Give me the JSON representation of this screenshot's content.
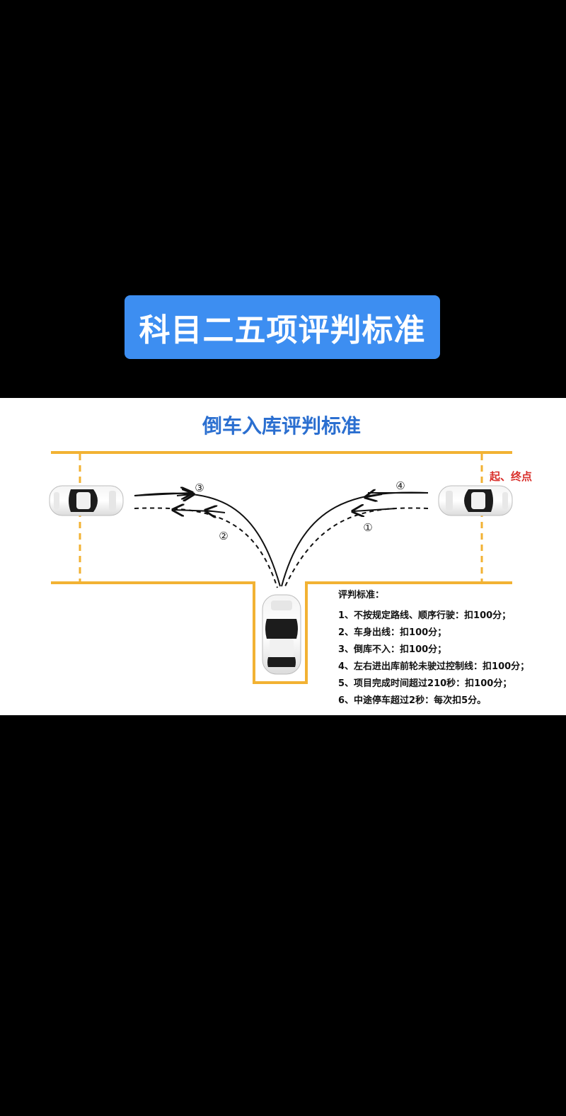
{
  "header": {
    "title": "科目二五项评判标准"
  },
  "diagram": {
    "title": "倒车入库评判标准",
    "start_end_label": "起、终点",
    "path_markers": [
      "①",
      "②",
      "③",
      "④"
    ],
    "colors": {
      "title_badge": "#3d8ef1",
      "diagram_title": "#2b6fd0",
      "lane_line": "#f2b233",
      "start_end_label": "#d9302c",
      "path": "#111111"
    }
  },
  "criteria": {
    "heading": "评判标准：",
    "items": [
      "1、不按规定路线、顺序行驶：扣100分；",
      "2、车身出线：扣100分；",
      "3、倒库不入：扣100分；",
      "4、左右进出库前轮未驶过控制线：扣100分；",
      "5、项目完成时间超过210秒：扣100分；",
      "6、中途停车超过2秒：每次扣5分。"
    ]
  }
}
